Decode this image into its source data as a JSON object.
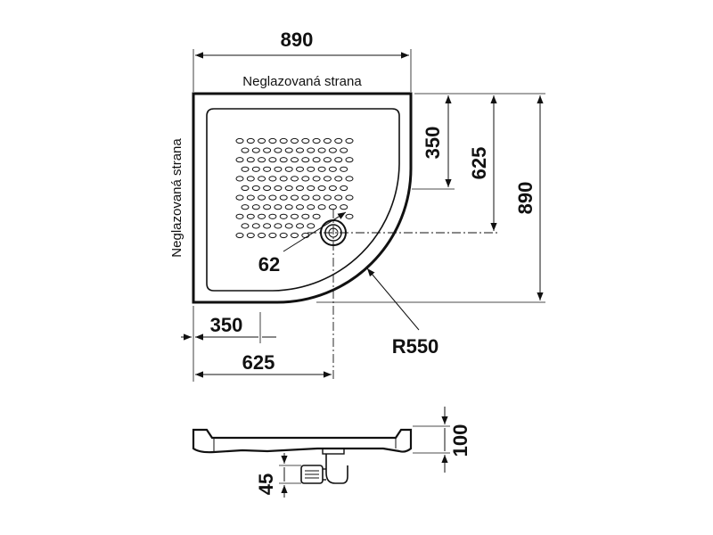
{
  "plan_view": {
    "dims": {
      "width_top": "890",
      "height_right": "890",
      "straight_right": "350",
      "center_right": "625",
      "straight_bottom": "350",
      "center_bottom": "625",
      "drain_dia": "62",
      "radius": "R550"
    },
    "labels": {
      "top_side": "Neglazovaná strana",
      "left_side": "Neglazovaná strana"
    }
  },
  "side_view": {
    "dims": {
      "height": "100",
      "drain_drop": "45"
    }
  },
  "colors": {
    "line": "#111111",
    "background": "#ffffff"
  }
}
